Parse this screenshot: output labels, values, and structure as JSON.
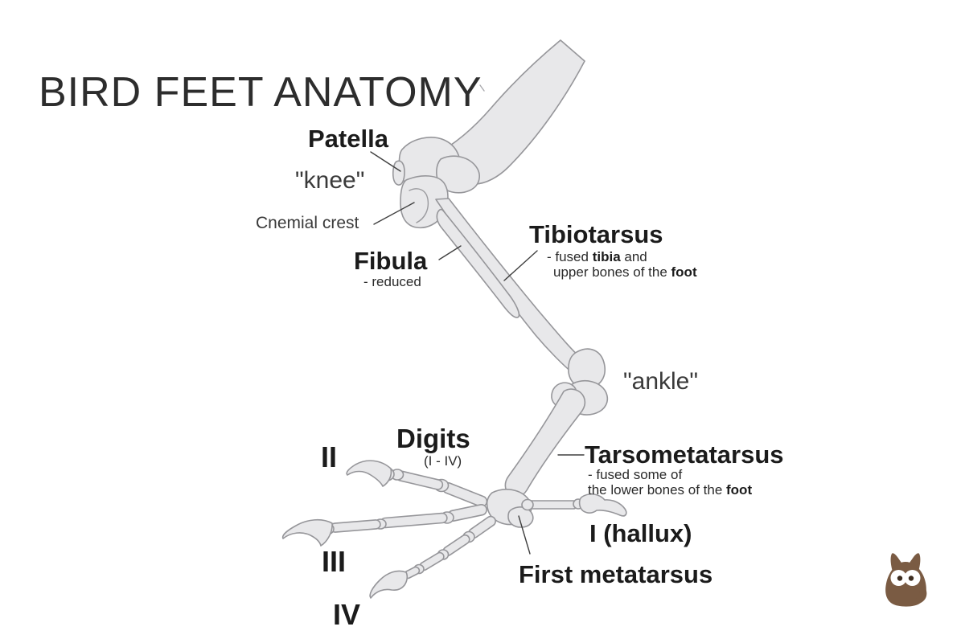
{
  "title": "BIRD FEET ANATOMY",
  "colors": {
    "background": "#ffffff",
    "bone_fill": "#e8e8ea",
    "bone_outline": "#96969a",
    "label_dark": "#1b1b1b",
    "label_gray": "#3a3a3a",
    "logo_brown": "#7a5b43"
  },
  "labels": {
    "patella": "Patella",
    "knee": "\"knee\"",
    "cnemial_crest": "Cnemial crest",
    "fibula": "Fibula",
    "fibula_note": "- reduced",
    "tibiotarsus": "Tibiotarsus",
    "tibiotarsus_note": {
      "line1_pre": "- fused ",
      "line1_bold": "tibia",
      "line1_post": " and",
      "line2_pre": "upper bones of the ",
      "line2_bold": "foot"
    },
    "ankle": "\"ankle\"",
    "tarsometatarsus": "Tarsometatarsus",
    "tarsometatarsus_note": {
      "line1": "- fused some of",
      "line2_pre": "the lower bones of the ",
      "line2_bold": "foot"
    },
    "digits": "Digits",
    "digits_range": "(I - IV)",
    "digit_ii": "II",
    "digit_iii": "III",
    "digit_iv": "IV",
    "digit_i_hallux": "I (hallux)",
    "first_metatarsus": "First metatarsus"
  },
  "logo": {
    "icon": "cat-mascot-icon",
    "color": "#7a5b43"
  }
}
